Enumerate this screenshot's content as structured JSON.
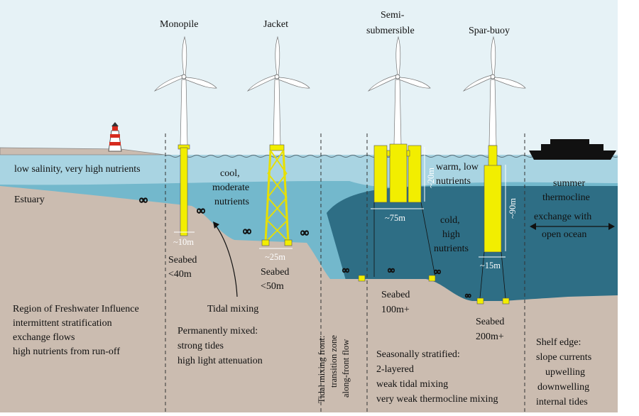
{
  "colors": {
    "sky": "#e6f2f6",
    "water_surface": "#a9d4e2",
    "water_mid": "#73b8cc",
    "water_deep": "#2e6e85",
    "seabed": "#cbbcb0",
    "structure": "#f2ee00",
    "frame": "#ffffff"
  },
  "turbines": [
    {
      "name": "Monopile"
    },
    {
      "name": "Jacket"
    },
    {
      "name_line1": "Semi-",
      "name_line2": "submersible"
    },
    {
      "name": "Spar-buoy"
    }
  ],
  "water_labels": {
    "low_salinity": "low salinity, very high nutrients",
    "estuary": "Estuary",
    "cool_1": "cool,",
    "cool_2": "moderate",
    "cool_3": "nutrients",
    "warm_1": "warm, low",
    "warm_2": "nutrients",
    "cold_1": "cold,",
    "cold_2": "high",
    "cold_3": "nutrients",
    "summer_1": "summer",
    "summer_2": "thermocline",
    "exchange_1": "exchange with",
    "exchange_2": "open ocean"
  },
  "dimensions": {
    "monopile_width": "~10m",
    "jacket_width": "~25m",
    "semi_width": "~75m",
    "semi_draft": "~20m",
    "spar_width": "~15m",
    "spar_draft": "~90m"
  },
  "seabed_labels": {
    "s40_1": "Seabed",
    "s40_2": "<40m",
    "s50_1": "Seabed",
    "s50_2": "<50m",
    "s100_1": "Seabed",
    "s100_2": "100m+",
    "s200_1": "Seabed",
    "s200_2": "200m+"
  },
  "zone_descriptions": {
    "rofi": [
      "Region of Freshwater Influence",
      "intermittent stratification",
      "exchange flows",
      "high nutrients from run-off"
    ],
    "tidal_mixing": "Tidal mixing",
    "mixed": [
      "Permanently mixed:",
      "strong tides",
      "high light attenuation"
    ],
    "front": [
      "Tidal mixing front:",
      "transition zone",
      "along-front flow"
    ],
    "stratified": [
      "Seasonally stratified:",
      "2-layered",
      "weak tidal mixing",
      "very weak thermocline mixing"
    ],
    "shelf": [
      "Shelf edge:",
      "slope currents",
      "upwelling",
      "downwelling",
      "internal tides"
    ]
  }
}
